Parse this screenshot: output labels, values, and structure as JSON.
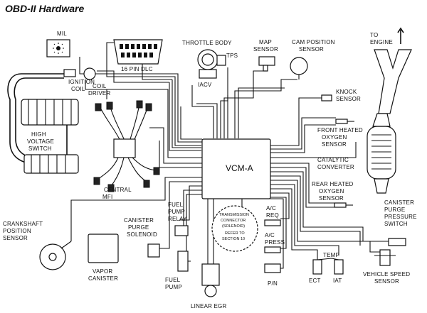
{
  "title": "OBD-II Hardware",
  "center": {
    "vcm": "VCM-A"
  },
  "labels": {
    "mil": "MIL",
    "dlc": "16 PIN DLC",
    "throttle_body": "THROTTLE BODY",
    "tps": "TPS",
    "iacv": "IACV",
    "map_1": "MAP",
    "map_2": "SENSOR",
    "cam_1": "CAM POSITION",
    "cam_2": "SENSOR",
    "to_engine_1": "TO",
    "to_engine_2": "ENGINE",
    "ignition_1": "IGNITION",
    "ignition_2": "COIL",
    "coil_driver_1": "COIL",
    "coil_driver_2": "DRIVER",
    "hv_1": "HIGH",
    "hv_2": "VOLTAGE",
    "hv_3": "SWITCH",
    "knock_1": "KNOCK",
    "knock_2": "SENSOR",
    "front_o2_1": "FRONT HEATED",
    "front_o2_2": "OXYGEN",
    "front_o2_3": "SENSOR",
    "cat_1": "CATALYTIC",
    "cat_2": "CONVERTER",
    "rear_o2_1": "REAR HEATED",
    "rear_o2_2": "OXYGEN",
    "rear_o2_3": "SENSOR",
    "central_mfi_1": "CENTRAL",
    "central_mfi_2": "MFI",
    "canister_press_1": "CANISTER",
    "canister_press_2": "PURGE",
    "canister_press_3": "PRESSURE",
    "canister_press_4": "SWITCH",
    "crank_1": "CRANKSHAFT",
    "crank_2": "POSITION",
    "crank_3": "SENSOR",
    "purge_sol_1": "CANISTER",
    "purge_sol_2": "PURGE",
    "purge_sol_3": "SOLENOID",
    "pump_relay_1": "FUEL",
    "pump_relay_2": "PUMP",
    "pump_relay_3": "RELAY",
    "trans_1": "TRANSMISSION",
    "trans_2": "CONNECTOR",
    "trans_3": "(SOLENOID)",
    "trans_4": "REFER TO",
    "trans_5": "SECTION 10",
    "ac_req_1": "A/C",
    "ac_req_2": "REQ",
    "ac_press_1": "A/C",
    "ac_press_2": "PRESS",
    "vapor_1": "VAPOR",
    "vapor_2": "CANISTER",
    "fuel_pump_1": "FUEL",
    "fuel_pump_2": "PUMP",
    "linear_egr": "LINEAR EGR",
    "pn": "P/N",
    "temp": "TEMP",
    "ect": "ECT",
    "iat": "IAT",
    "vss_1": "VEHICLE SPEED",
    "vss_2": "SENSOR"
  }
}
